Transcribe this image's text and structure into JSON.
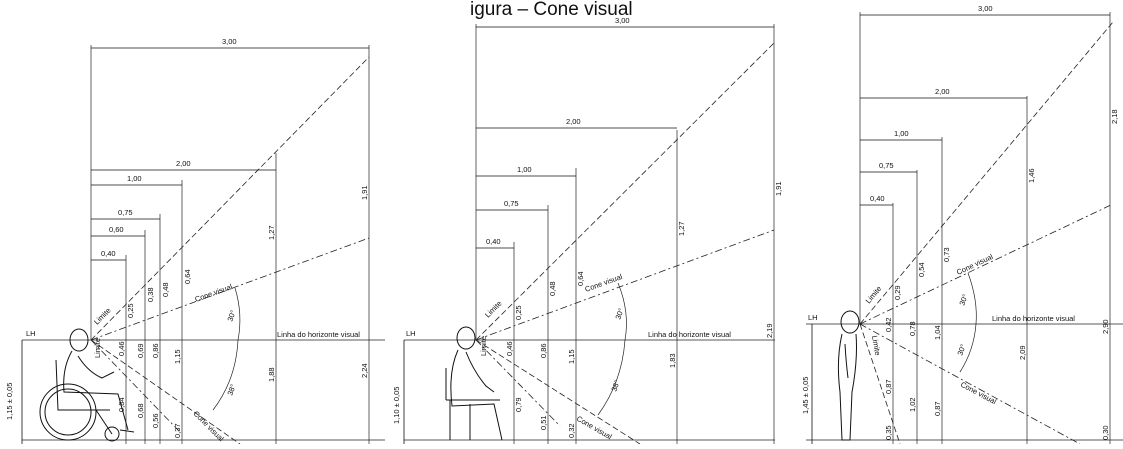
{
  "title": "igura – Cone visual",
  "colors": {
    "line": "#111111",
    "background": "#ffffff"
  },
  "panels": [
    {
      "id": "wheelchair",
      "lh": "LH",
      "eye_height": "1,15 ± 0,05",
      "top_widths": [
        "3,00",
        "2,00",
        "1,00",
        "0,75",
        "0,60",
        "0,40"
      ],
      "above_values": [
        "0,25",
        "0,38",
        "0,48",
        "0,64",
        "1,27",
        "1,91"
      ],
      "below_values": [
        "0,46",
        "0,69",
        "0,86",
        "1,15",
        "1,88",
        "2,24"
      ],
      "bottom_values": [
        "0,84",
        "0,68",
        "0,56",
        "0,37"
      ],
      "cone_label_up": "Cone visual",
      "cone_label_down": "Cone visual",
      "limite_up": "Limite",
      "limite_down": "Limite",
      "angle_up": "30°",
      "angle_down": "38°",
      "horizon_label": "Linha do horizonte visual"
    },
    {
      "id": "seated",
      "lh": "LH",
      "eye_height": "1,10 ± 0,05",
      "top_widths": [
        "3,00",
        "2,00",
        "1,00",
        "0,75",
        "0,40"
      ],
      "above_values": [
        "0,25",
        "0,48",
        "0,64",
        "1,27",
        "1,91"
      ],
      "below_values": [
        "0,46",
        "0,86",
        "1,15",
        "1,83",
        "2,19"
      ],
      "bottom_values": [
        "0,79",
        "0,51",
        "0,32"
      ],
      "cone_label_up": "Cone visual",
      "cone_label_down": "Cone visual",
      "limite_up": "Limite",
      "limite_down": "Limite",
      "angle_up": "30°",
      "angle_down": "38°",
      "horizon_label": "Linha do horizonte visual"
    },
    {
      "id": "standing",
      "lh": "LH",
      "eye_height": "1,45 ± 0,05",
      "top_widths": [
        "3,00",
        "2,00",
        "1,00",
        "0,75",
        "0,40"
      ],
      "above_values": [
        "0,29",
        "0,54",
        "0,73",
        "1,46",
        "2,18"
      ],
      "below_values": [
        "0,42",
        "0,78",
        "1,04",
        "2,09",
        "2,90"
      ],
      "bottom_values": [
        "0,87",
        "1,02",
        "0,87",
        "0,35",
        "0,30"
      ],
      "cone_label_up": "Cone visual",
      "cone_label_down": "Cone visual",
      "limite_up": "Limite",
      "limite_down": "Limite",
      "angle_up": "30°",
      "angle_down": "30°",
      "horizon_label": "Linha do horizonte visual"
    }
  ]
}
